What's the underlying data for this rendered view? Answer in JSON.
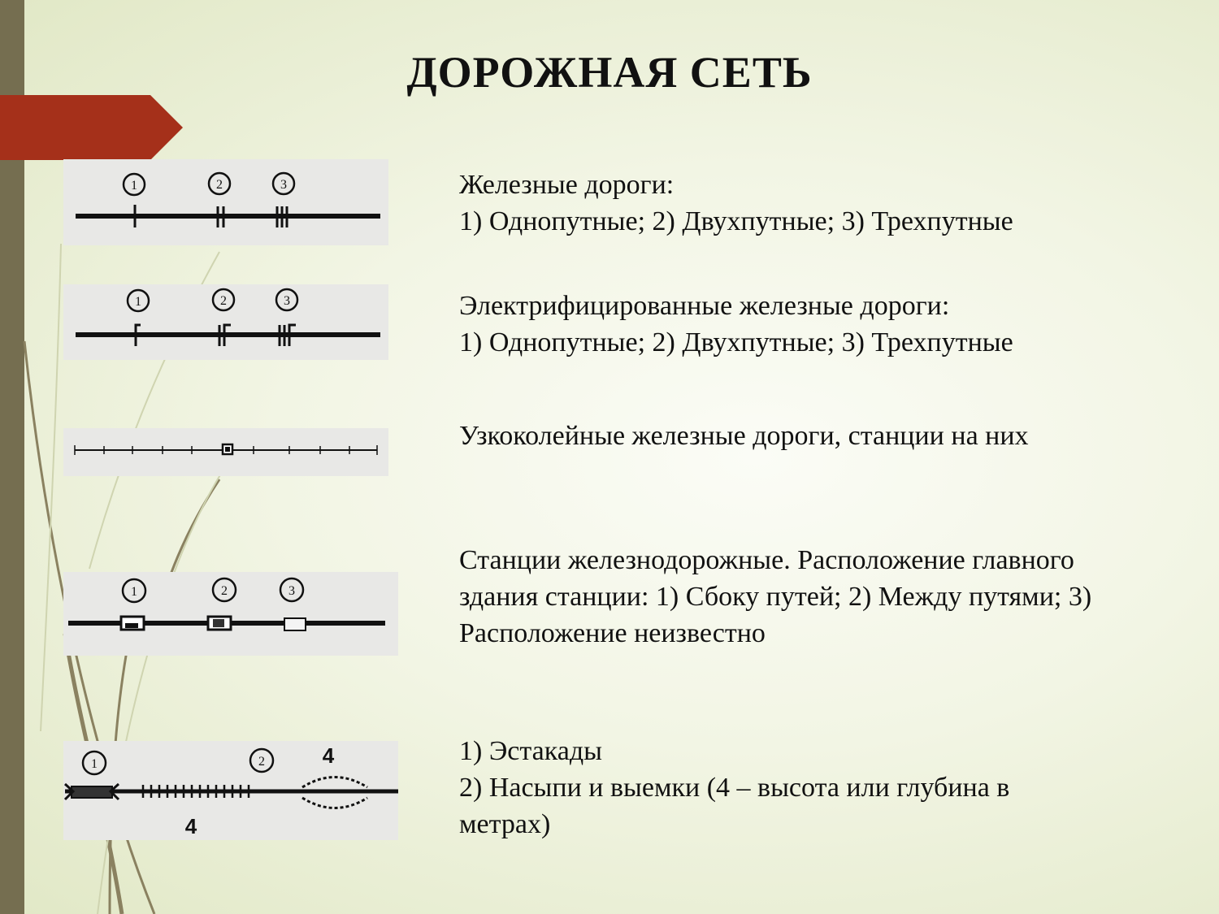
{
  "title": "ДОРОЖНАЯ СЕТЬ",
  "blocks": [
    {
      "lines": [
        "Железные дороги:",
        "1) Однопутные; 2) Двухпутные; 3) Трехпутные"
      ]
    },
    {
      "lines": [
        "Электрифицированные железные дороги:",
        "1) Однопутные; 2) Двухпутные; 3) Трехпутные"
      ]
    },
    {
      "lines": [
        "Узкоколейные железные дороги, станции на них"
      ]
    },
    {
      "lines": [
        "Станции железнодорожные. Расположение главного",
        "здания станции: 1) Сбоку путей; 2) Между путями; 3)",
        "Расположение неизвестно"
      ]
    },
    {
      "lines": [
        "1) Эстакады",
        "2) Насыпи и выемки (4 – высота или глубина в",
        "метрах)"
      ]
    }
  ],
  "symbol_labels": {
    "one": "1",
    "two": "2",
    "three": "3",
    "height": "4"
  },
  "colors": {
    "accent": "#a5301a",
    "sidebar": "#756e50"
  }
}
